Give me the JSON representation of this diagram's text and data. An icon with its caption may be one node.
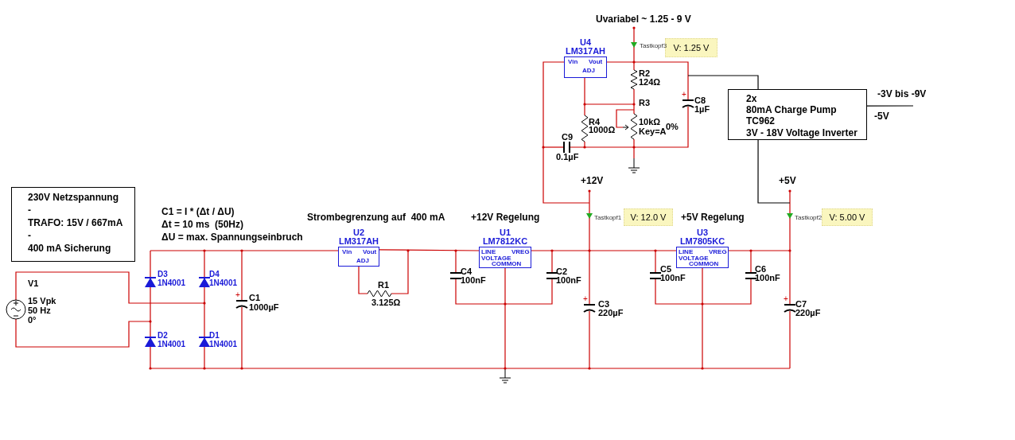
{
  "diagram": {
    "nodes": [
      {
        "text": [
          "U4",
          "LM317AH",
          "Vin",
          "Vout",
          "ADJ"
        ]
      },
      {
        "text": [
          "V: 1.25 V"
        ],
        "beside": [
          "Tastkopf3"
        ]
      },
      {
        "text": [
          "2x",
          "80mA Charge Pump",
          "TC962",
          "3V - 18V Voltage Inverter"
        ]
      },
      {
        "text": [
          "230V Netzspannung",
          "-",
          "TRAFO: 15V / 667mA",
          "-",
          "400 mA Sicherung"
        ]
      },
      {
        "text": [
          "V: 12.0 V"
        ],
        "beside": [
          "Tastkopf1"
        ]
      },
      {
        "text": [
          "V: 5.00 V"
        ],
        "beside": [
          "Tastkopf2"
        ]
      },
      {
        "text": [
          "U2",
          "LM317AH",
          "Vin",
          "Vout",
          "ADJ"
        ]
      },
      {
        "text": [
          "U1",
          "LM7812KC",
          "LINE VOLTAGE",
          "VREG",
          "COMMON"
        ],
        "beside": [
          "+12V Regelung"
        ]
      },
      {
        "text": [
          "U3",
          "LM7805KC",
          "LINE VOLTAGE",
          "VREG",
          "COMMON"
        ]
      }
    ],
    "edges": [
      {
        "from": null,
        "to": 2,
        "arrow": "none"
      },
      {
        "from": 2,
        "to": null,
        "arrow": "none"
      },
      {
        "from": 2,
        "to": null,
        "arrow": "none"
      },
      {
        "from": 6,
        "to": 7,
        "arrow": "none",
        "color": "#cc0000"
      },
      {
        "from": 7,
        "to": 8,
        "arrow": "none",
        "color": "#cc0000"
      }
    ],
    "labels": [
      "Uvariabel ~ 1.25 - 9 V",
      "R2",
      "124Ω",
      "R3",
      "+",
      "C8",
      "-3V bis -9V",
      "1µF",
      "-5V",
      "R4",
      "10kΩ",
      "0%",
      "1000Ω",
      "Key=A",
      "C9",
      "0.1µF",
      "+12V",
      "+5V",
      "C1 = I * (Δt / ΔU)",
      "Strombegrenzung auf  400 mA",
      "+5V Regelung",
      "Δt = 10 ms  (50Hz)",
      "ΔU = max. Spannungseinbruch",
      "D3",
      "D4",
      "C4",
      "C2",
      "C5",
      "C6",
      "V1",
      "1N4001",
      "1N4001",
      "R1",
      "100nF",
      "100nF",
      "100nF",
      "100nF",
      "15 Vpk",
      "+",
      "C1",
      "3.125Ω",
      "+",
      "C3",
      "+",
      "C7",
      "50 Hz",
      "1000µF",
      "220µF",
      "220µF",
      "0°",
      "D2",
      "D1",
      "1N4001",
      "1N4001"
    ]
  }
}
